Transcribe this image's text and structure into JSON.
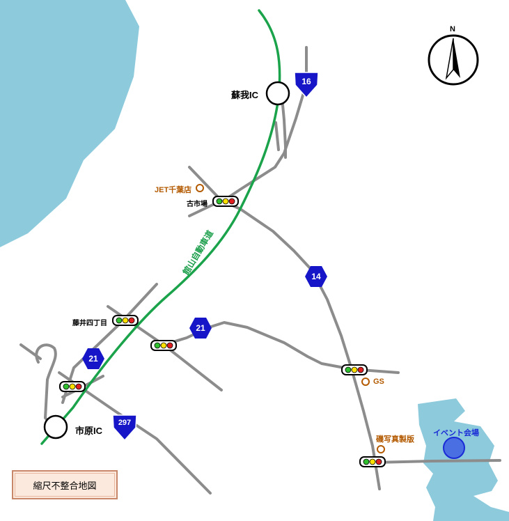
{
  "map": {
    "interchanges": {
      "soga": "蘇我IC",
      "ichihara": "市原IC"
    },
    "expressway": "館山自動車道",
    "routes": {
      "r16": "16",
      "r14": "14",
      "r21_north": "21",
      "r21_west": "21",
      "r297": "297"
    },
    "junctions": {
      "furuichiba": "古市場",
      "fujii": "藤井四丁目"
    },
    "places": {
      "jet": "JET千葉店",
      "gs": "GS",
      "photo": "磯写真製版",
      "event": "イベント会場"
    },
    "compass": "N",
    "scale_note": "縮尺不整合地図"
  },
  "colors": {
    "sea": "#8ccadc",
    "road": "#8c8c8c",
    "expressway": "#1aa34a",
    "route_sign": "#1616c8",
    "poi": "#b35a00",
    "event": "#1a2bd6"
  }
}
